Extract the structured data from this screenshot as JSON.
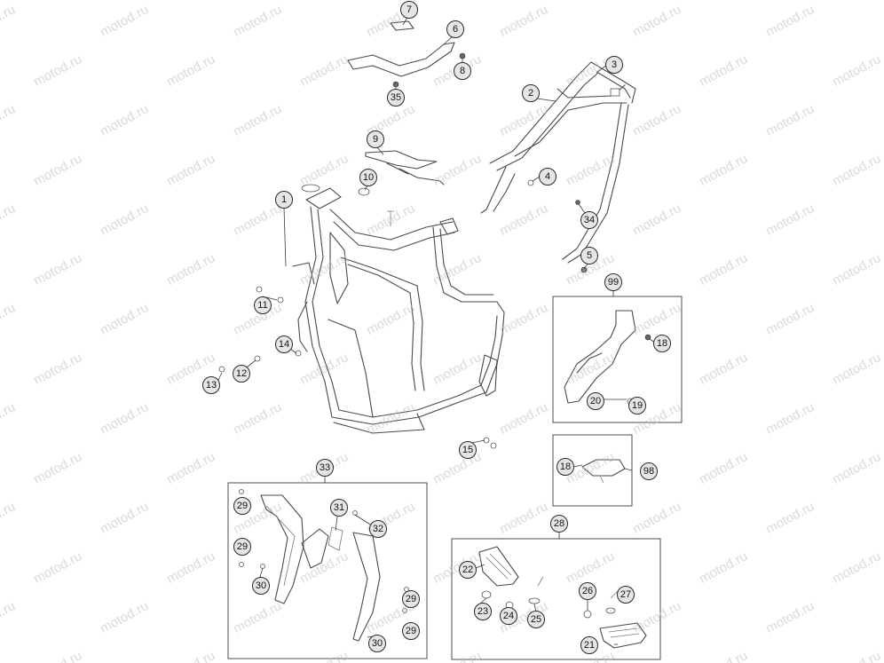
{
  "watermark": "motod.ru",
  "callouts": [
    "1",
    "2",
    "3",
    "4",
    "5",
    "6",
    "7",
    "8",
    "9",
    "10",
    "11",
    "12",
    "13",
    "14",
    "15",
    "18",
    "19",
    "20",
    "21",
    "22",
    "23",
    "24",
    "25",
    "26",
    "27",
    "28",
    "29",
    "30",
    "31",
    "32",
    "33",
    "34",
    "35",
    "98",
    "99"
  ],
  "group_labels": {
    "rear_brake_group": "99",
    "rear_brake_sub": "98",
    "footrest_group": "28",
    "frame_guard_group": "33"
  },
  "colors": {
    "line": "#4a4a4a",
    "callout_fill": "#e6e6e6",
    "callout_border": "#2a2a2a",
    "watermark": "#bdbdbd"
  }
}
